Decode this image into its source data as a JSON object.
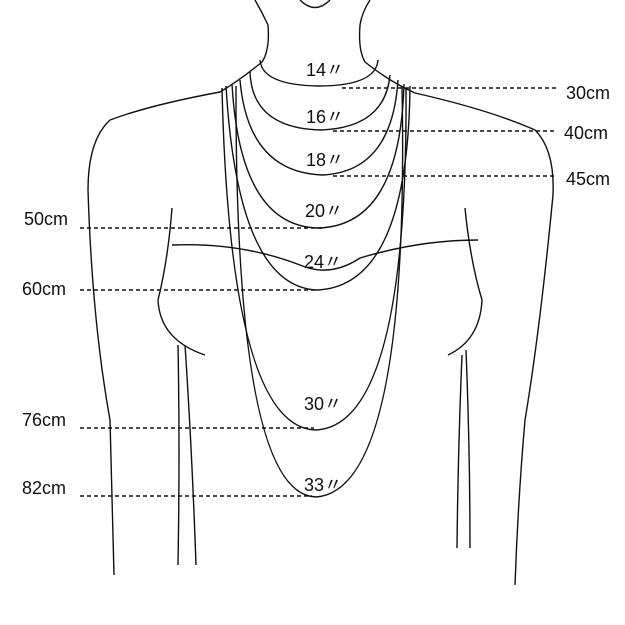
{
  "necklace_lengths_inches": [
    "14〃",
    "16〃",
    "18〃",
    "20〃",
    "24〃",
    "30〃",
    "33〃"
  ],
  "lengths_cm": {
    "right": [
      "30cm",
      "40cm",
      "45cm"
    ],
    "left": [
      "50cm",
      "60cm",
      "76cm",
      "82cm"
    ]
  },
  "colors": {
    "line": "#111111",
    "background": "#ffffff"
  }
}
